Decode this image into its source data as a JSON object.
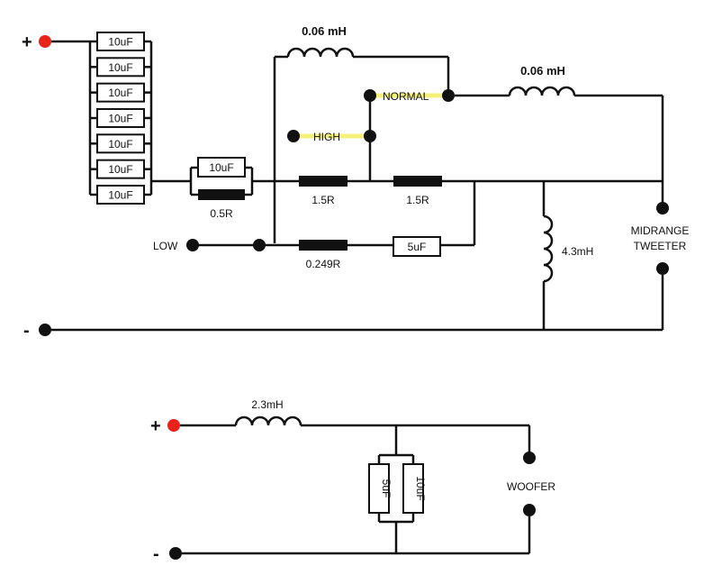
{
  "tweeter_section": {
    "plus_label": "+",
    "minus_label": "-",
    "cap_bank": [
      "10uF",
      "10uF",
      "10uF",
      "10uF",
      "10uF",
      "10uF",
      "10uF"
    ],
    "parallel_cap": "10uF",
    "parallel_res": "0.5R",
    "inductor_top": "0.06 mH",
    "inductor_right": "0.06 mH",
    "normal_label": "NORMAL",
    "high_label": "HIGH",
    "low_label": "LOW",
    "res_a": "1.5R",
    "res_b": "1.5R",
    "res_low": "0.249R",
    "cap_low": "5uF",
    "shunt_inductor": "4.3mH",
    "load_label_1": "MIDRANGE",
    "load_label_2": "TWEETER"
  },
  "woofer_section": {
    "plus_label": "+",
    "minus_label": "-",
    "inductor": "2.3mH",
    "cap_1": "5uF",
    "cap_2": "10uF",
    "load_label": "WOOFER"
  },
  "colors": {
    "wire": "#111111",
    "terminal_positive": "#e8231b",
    "selector_highlight": "#f4f07a",
    "background": "#ffffff"
  }
}
